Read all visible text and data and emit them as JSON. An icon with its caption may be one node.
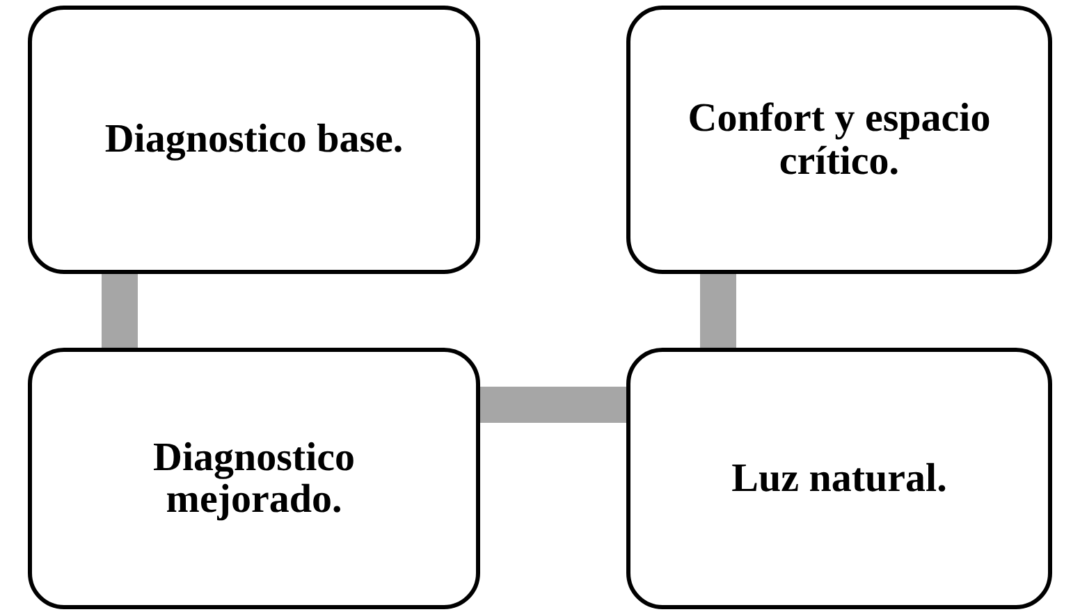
{
  "diagram": {
    "nodes": [
      {
        "text": [
          "Diagnostico base."
        ]
      },
      {
        "text": [
          "Confort y espacio crítico."
        ]
      },
      {
        "text": [
          "Diagnostico mejorado."
        ]
      },
      {
        "text": [
          "Luz natural."
        ]
      }
    ],
    "edges": [
      {
        "from": 0,
        "to": 2,
        "arrow": "none"
      },
      {
        "from": 1,
        "to": 3,
        "arrow": "none"
      },
      {
        "from": 2,
        "to": 3,
        "arrow": "none"
      }
    ]
  }
}
